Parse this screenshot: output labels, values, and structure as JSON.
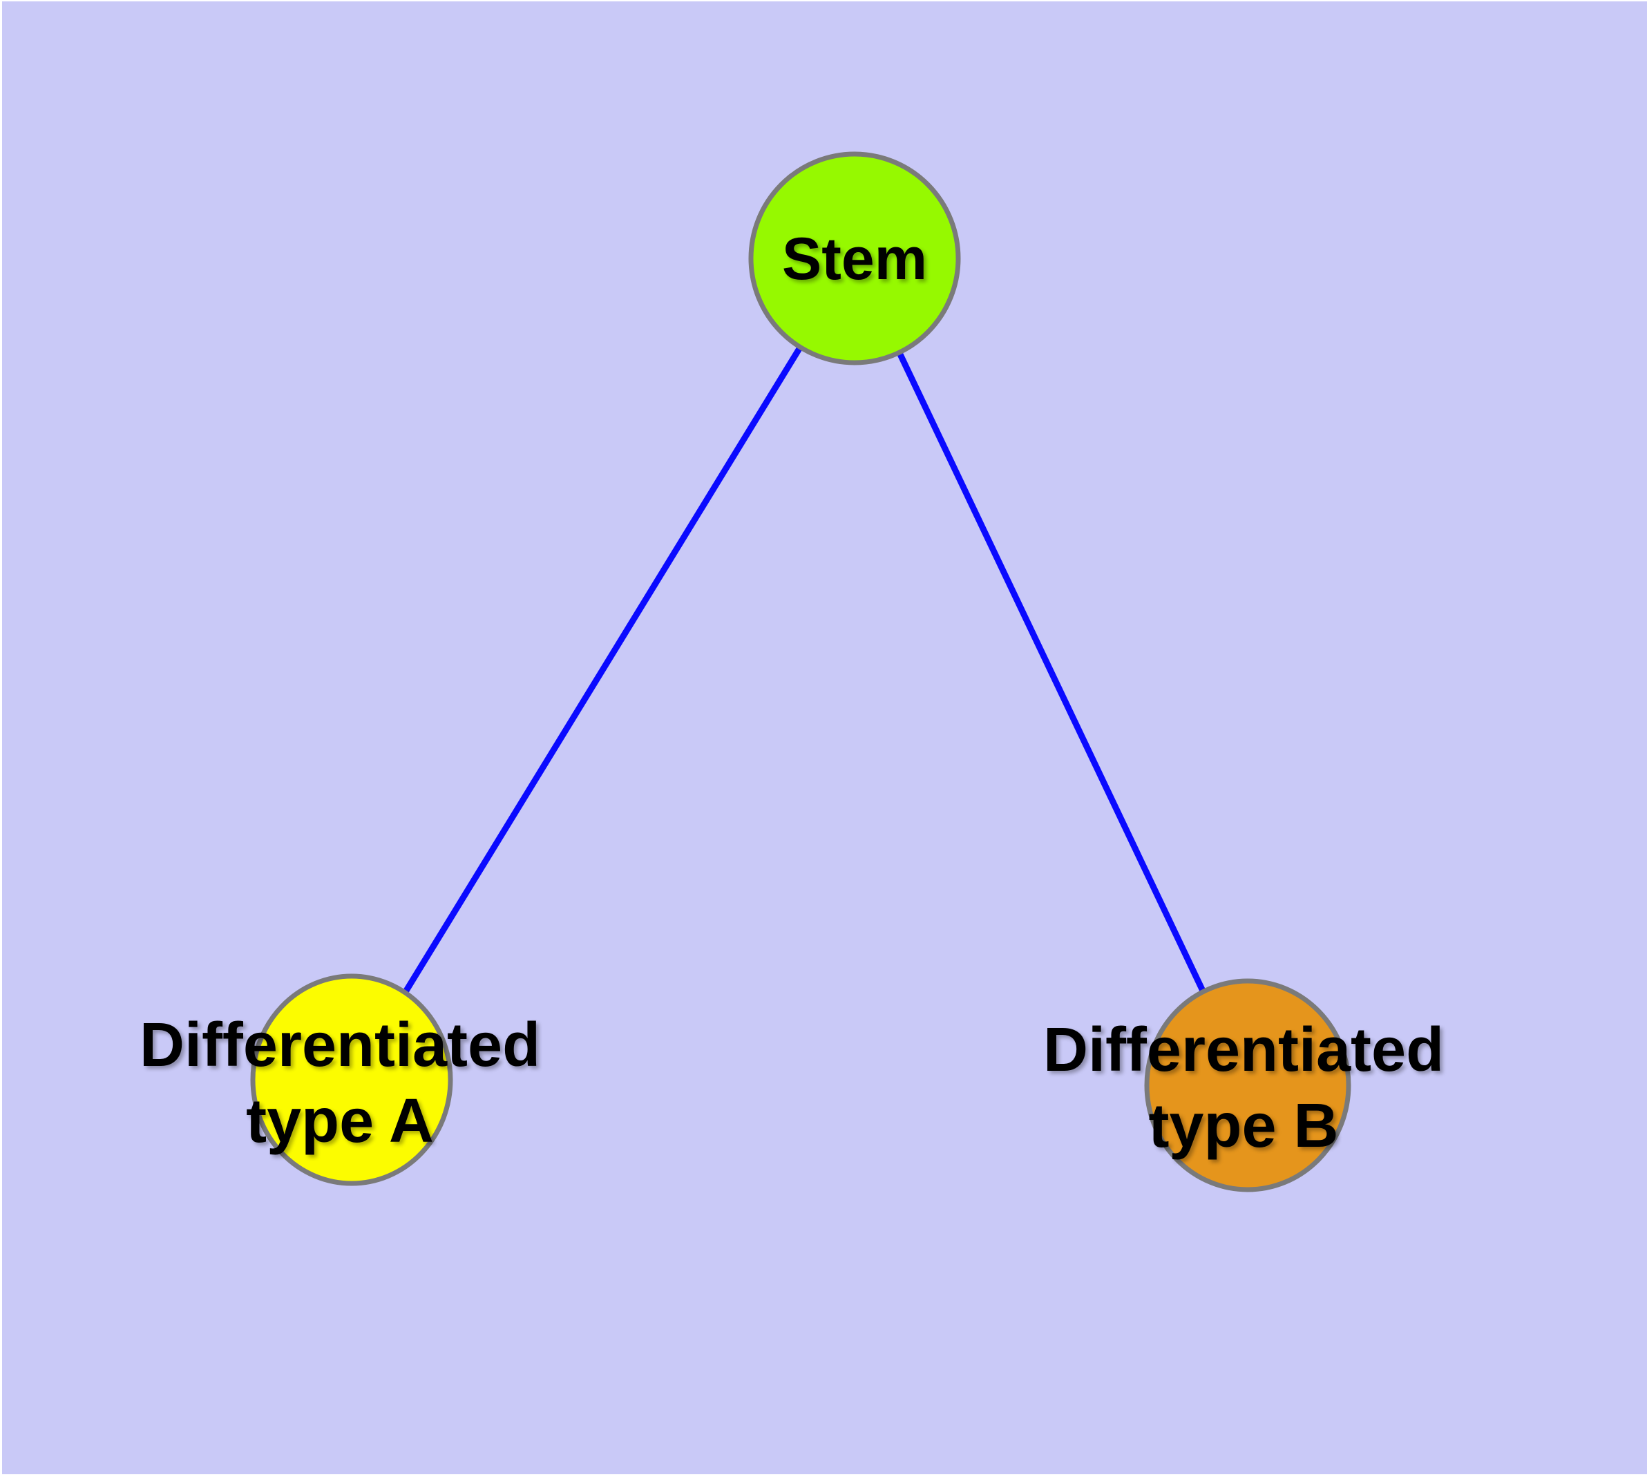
{
  "colors": {
    "frame": "#FFFFFF",
    "canvas": "#C9C9F7",
    "edge": "#0A0AFF",
    "node_border": "#7A7A7A",
    "label_text": "#000000"
  },
  "nodes": {
    "stem": {
      "label": "Stem",
      "fill": "#96F900"
    },
    "type_a": {
      "label_line1": "Differentiated",
      "label_line2": "type A",
      "fill": "#FCFC00"
    },
    "type_b": {
      "label_line1": "Differentiated",
      "label_line2": "type B",
      "fill": "#E5951C"
    }
  },
  "edges": [
    {
      "from": "Stem",
      "to": "Differentiated type A"
    },
    {
      "from": "Stem",
      "to": "Differentiated type B"
    }
  ]
}
